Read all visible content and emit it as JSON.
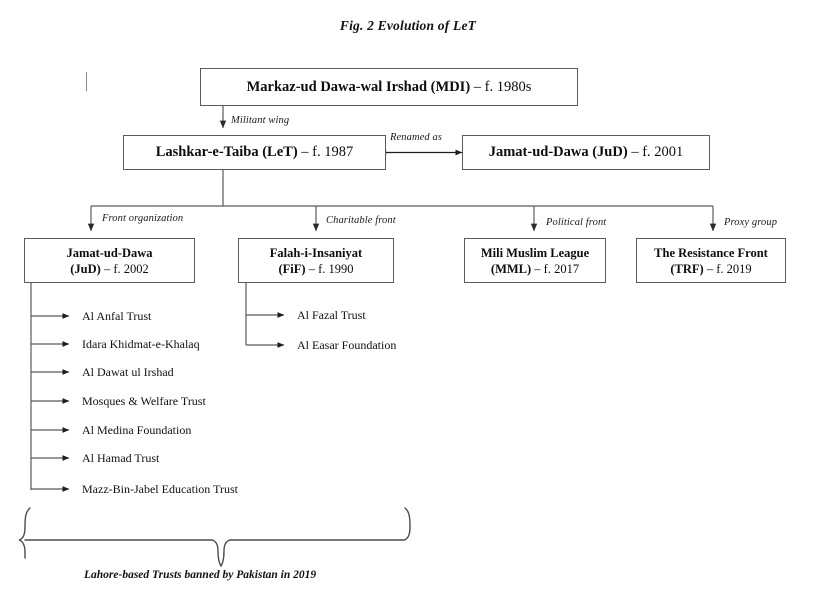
{
  "figure": {
    "title": "Fig. 2 Evolution of LeT",
    "caption": "Lahore-based Trusts banned by Pakistan in 2019"
  },
  "colors": {
    "line": "#5b5b5b",
    "text": "#0d0d0d",
    "background": "#ffffff"
  },
  "nodes": {
    "mdi": {
      "name": "Markaz-ud Dawa-wal Irshad (MDI)",
      "year": " – f. 1980s"
    },
    "let": {
      "name": "Lashkar-e-Taiba (LeT)",
      "year": " – f. 1987"
    },
    "jud2001": {
      "name": "Jamat-ud-Dawa (JuD)",
      "year": " – f. 2001"
    },
    "jud2002": {
      "name": "Jamat-ud-Dawa",
      "year": "(JuD) – f. 2002"
    },
    "fif": {
      "name": "Falah-i-Insaniyat",
      "year": "(FiF) – f. 1990"
    },
    "mml": {
      "name": "Mili Muslim League",
      "year": "(MML) – f. 2017"
    },
    "trf": {
      "name": "The Resistance Front",
      "year": "(TRF) – f. 2019"
    }
  },
  "edge_labels": {
    "militant_wing": "Militant wing",
    "renamed_as": "Renamed as",
    "front_organization": "Front organization",
    "charitable_front": "Charitable front",
    "political_front": "Political front",
    "proxy_group": "Proxy group"
  },
  "jud_trusts": [
    "Al Anfal Trust",
    "Idara Khidmat-e-Khalaq",
    "Al Dawat ul Irshad",
    "Mosques & Welfare Trust",
    "Al Medina Foundation",
    "Al Hamad Trust",
    "Mazz-Bin-Jabel Education Trust"
  ],
  "fif_trusts": [
    "Al Fazal Trust",
    "Al Easar Foundation"
  ]
}
